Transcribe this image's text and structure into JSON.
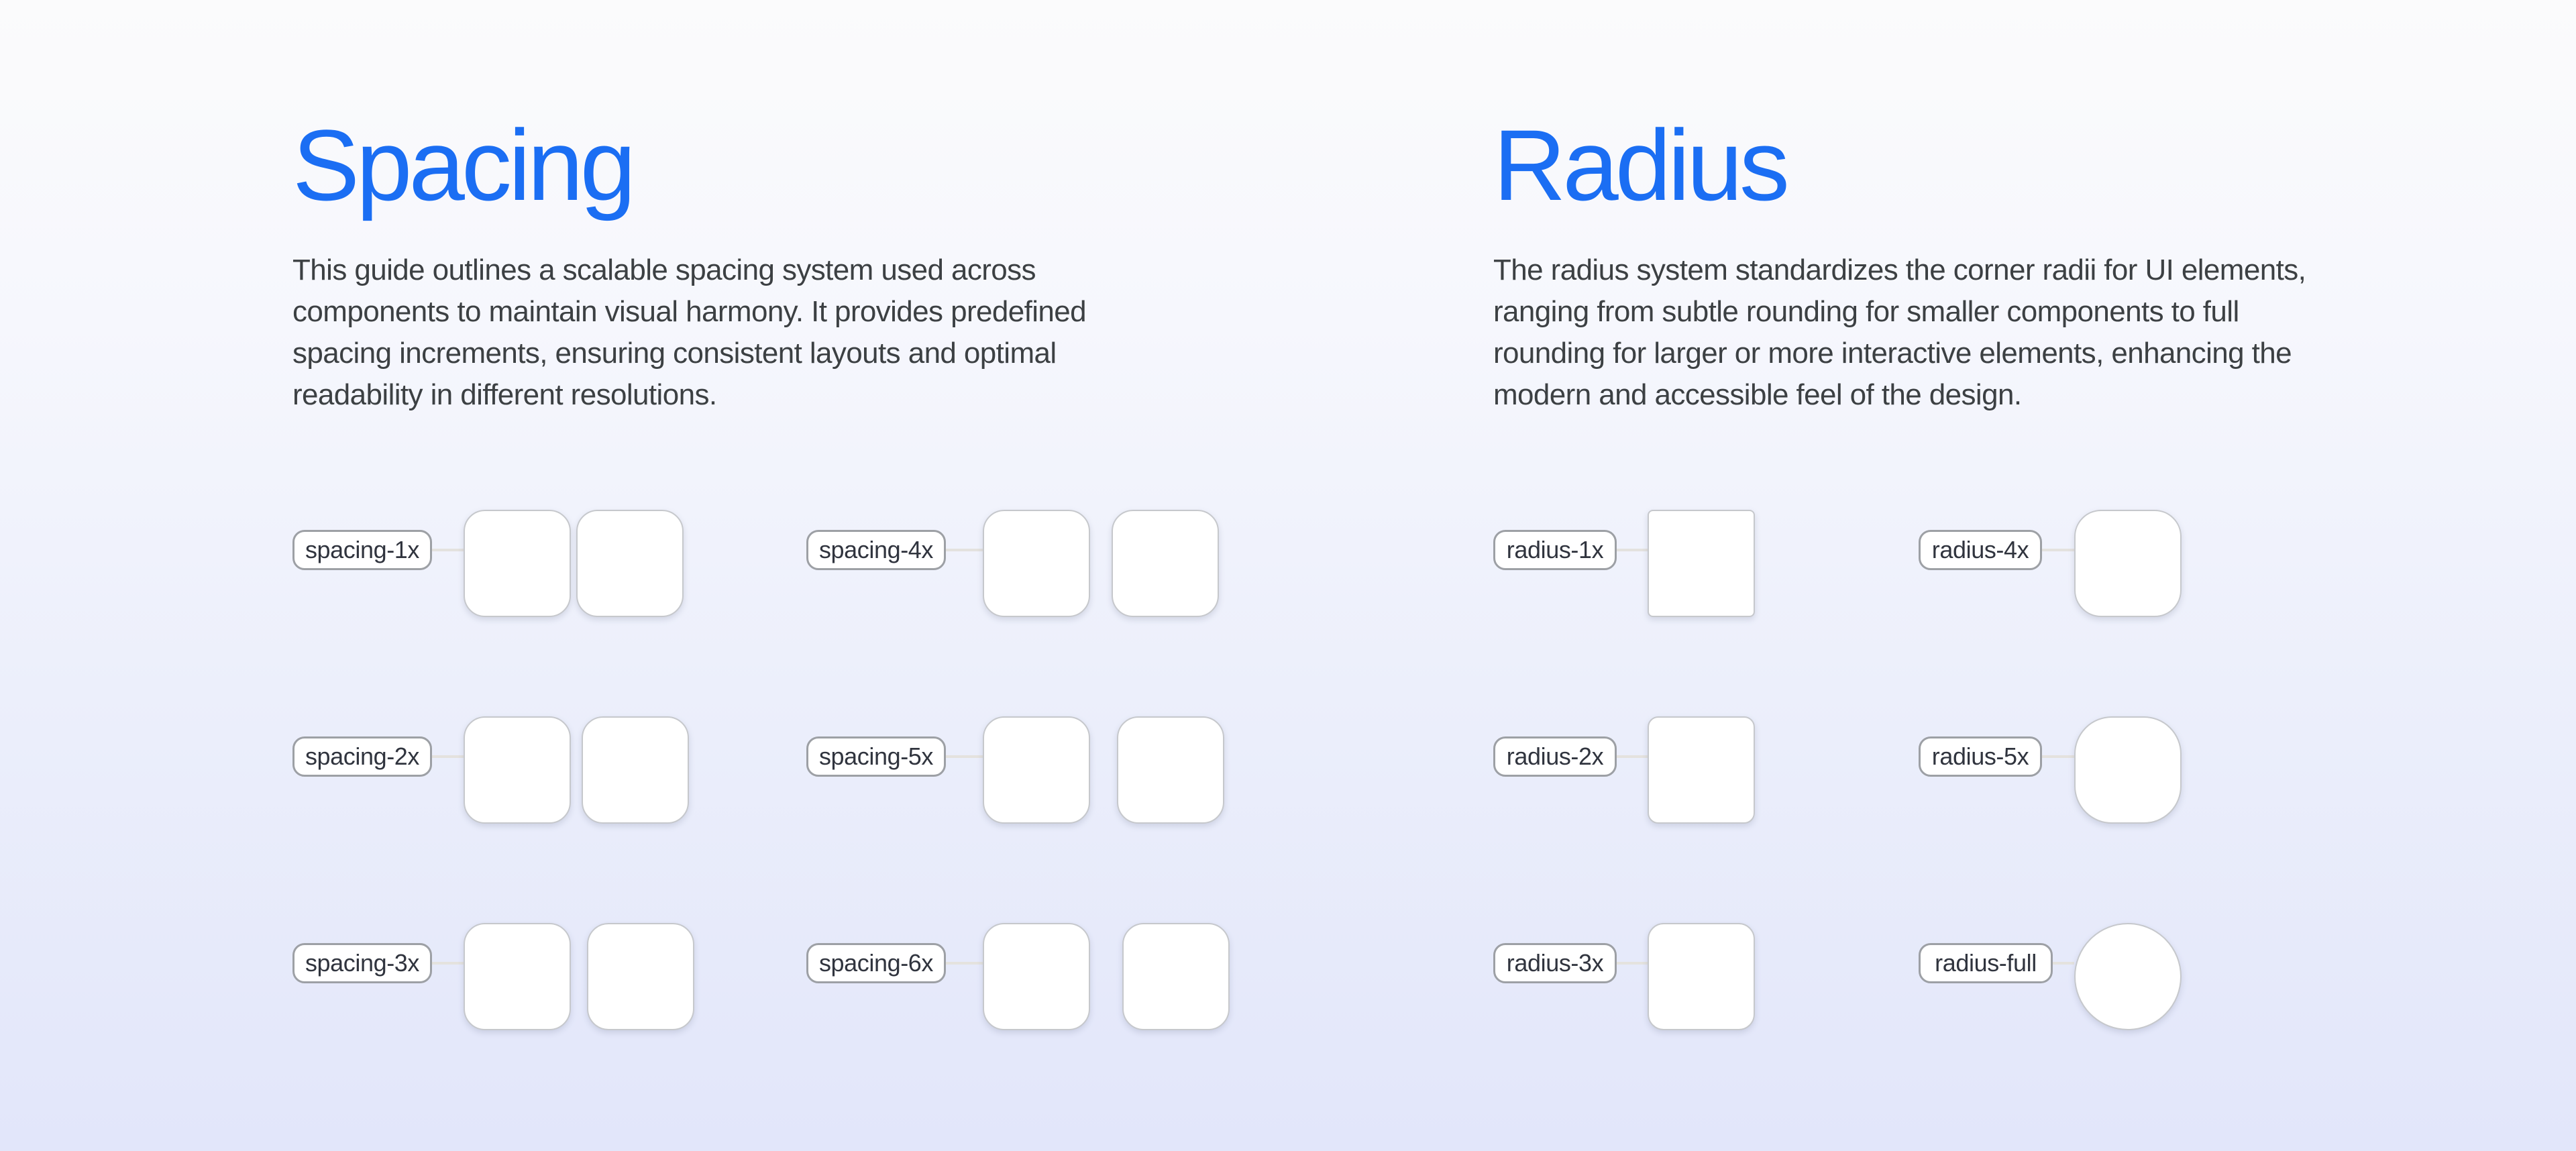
{
  "spacing_section": {
    "heading": "Spacing",
    "description_lines": [
      "This guide outlines a scalable spacing system used across",
      "components to maintain visual harmony. It provides predefined",
      "spacing increments, ensuring consistent layouts and optimal",
      "readability in different resolutions."
    ],
    "rows": [
      {
        "label": "spacing-1x"
      },
      {
        "label": "spacing-2x"
      },
      {
        "label": "spacing-3x"
      },
      {
        "label": "spacing-4x"
      },
      {
        "label": "spacing-5x"
      },
      {
        "label": "spacing-6x"
      }
    ]
  },
  "radius_section": {
    "heading": "Radius",
    "description_lines": [
      "The radius system standardizes the corner radii for UI elements,",
      "ranging from subtle rounding for smaller components to full",
      "rounding for larger or more interactive elements, enhancing the",
      "modern and accessible feel of the design."
    ],
    "rows": [
      {
        "label": "radius-1x"
      },
      {
        "label": "radius-2x"
      },
      {
        "label": "radius-3x"
      },
      {
        "label": "radius-4x"
      },
      {
        "label": "radius-5x"
      },
      {
        "label": "radius-full"
      }
    ]
  },
  "colors": {
    "accent_blue": "#1b6ef3",
    "body_text": "#3c4043",
    "pill_text": "#30343e",
    "pill_border": "#9da0a5",
    "box_border": "#c6c8cc",
    "connector_line": "#e4e2de",
    "background_top": "#fbfbfc",
    "background_bottom": "#e2e6fa"
  }
}
